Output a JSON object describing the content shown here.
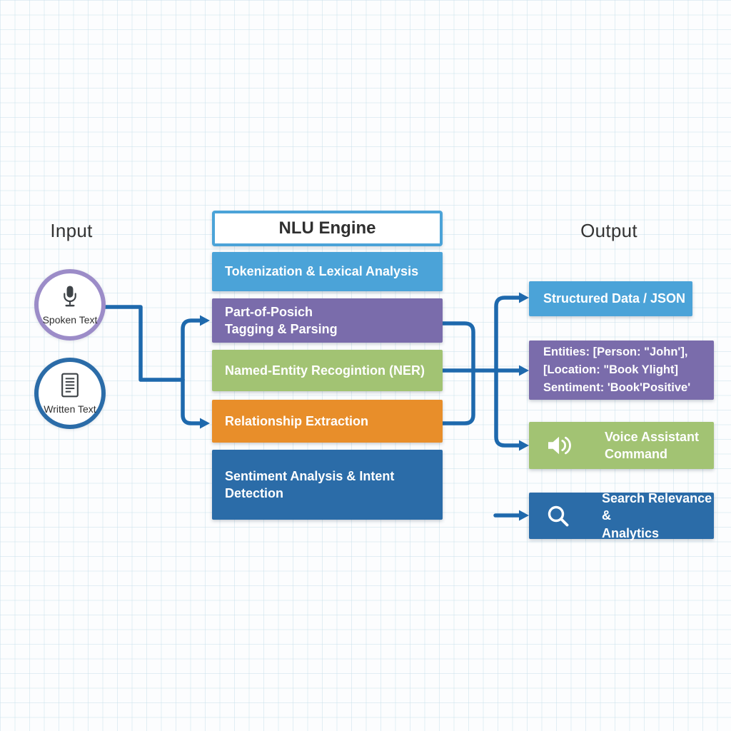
{
  "input": {
    "label": "Input",
    "nodes": [
      {
        "id": "spoken",
        "label": "Spoken Text",
        "icon": "microphone-icon",
        "border_color": "#9C8CC8"
      },
      {
        "id": "written",
        "label": "Written Text",
        "icon": "document-icon",
        "border_color": "#2B6CA8"
      }
    ]
  },
  "engine": {
    "title": "NLU Engine",
    "border_color": "#4BA3D8",
    "stages": [
      {
        "label": "Tokenization & Lexical Analysis",
        "color": "#4BA3D8"
      },
      {
        "label": "Part-of-Posich\nTagging & Parsing",
        "color": "#7A6CAB"
      },
      {
        "label": "Named-Entity Recogintion (NER)",
        "color": "#A2C373"
      },
      {
        "label": "Relationship Extraction",
        "color": "#E88E2A"
      },
      {
        "label": "Sentiment Analysis & Intent\nDetection",
        "color": "#2B6CA8"
      }
    ]
  },
  "output": {
    "label": "Output",
    "nodes": [
      {
        "label": "Structured Data / JSON",
        "color": "#4BA3D8"
      },
      {
        "label": "Entities: [Person: \"John'],\n[Location: \"Book Ylight]\nSentiment: 'Book'Positive'",
        "color": "#7A6CAB"
      },
      {
        "label": "Voice Assistant\nCommand",
        "icon": "speaker-icon",
        "color": "#A2C373"
      },
      {
        "label": "Search Relevance &\nAnalytics",
        "icon": "search-icon",
        "color": "#2B6CA8"
      }
    ]
  },
  "connector_color": "#1E69AD"
}
